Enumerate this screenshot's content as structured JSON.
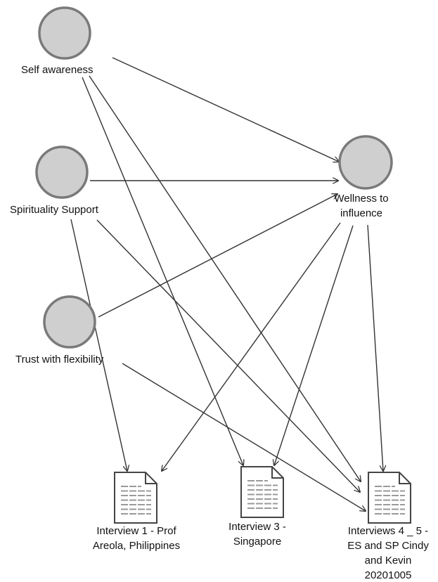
{
  "diagram": {
    "theme_nodes": [
      {
        "id": "self-awareness",
        "label": [
          "Self awareness"
        ]
      },
      {
        "id": "spirituality-support",
        "label": [
          "Spirituality Support"
        ]
      },
      {
        "id": "trust-with-flexibility",
        "label": [
          "Trust with flexibility"
        ]
      },
      {
        "id": "wellness-to-influence",
        "label": [
          "Wellness to",
          "influence"
        ]
      }
    ],
    "document_nodes": [
      {
        "id": "interview-1",
        "label": [
          "Interview 1 - Prof",
          "Areola, Philippines"
        ]
      },
      {
        "id": "interview-3",
        "label": [
          "Interview 3 -",
          "Singapore"
        ]
      },
      {
        "id": "interviews-4-5",
        "label": [
          "Interviews 4 _ 5 -",
          "ES and SP Cindy",
          "and Kevin",
          "20201005"
        ]
      }
    ],
    "edges": [
      {
        "from": "self-awareness",
        "to": "wellness-to-influence"
      },
      {
        "from": "self-awareness",
        "to": "interview-3"
      },
      {
        "from": "self-awareness",
        "to": "interviews-4-5"
      },
      {
        "from": "spirituality-support",
        "to": "wellness-to-influence"
      },
      {
        "from": "spirituality-support",
        "to": "interview-1"
      },
      {
        "from": "spirituality-support",
        "to": "interviews-4-5"
      },
      {
        "from": "trust-with-flexibility",
        "to": "wellness-to-influence"
      },
      {
        "from": "trust-with-flexibility",
        "to": "interviews-4-5"
      },
      {
        "from": "wellness-to-influence",
        "to": "interview-1"
      },
      {
        "from": "wellness-to-influence",
        "to": "interview-3"
      },
      {
        "from": "wellness-to-influence",
        "to": "interviews-4-5"
      }
    ],
    "colors": {
      "node_fill": "#cfcfcf",
      "node_stroke": "#7a7a7a",
      "edge": "#333333",
      "doc_stroke": "#444444",
      "doc_lines": "#9a9a9a"
    }
  }
}
